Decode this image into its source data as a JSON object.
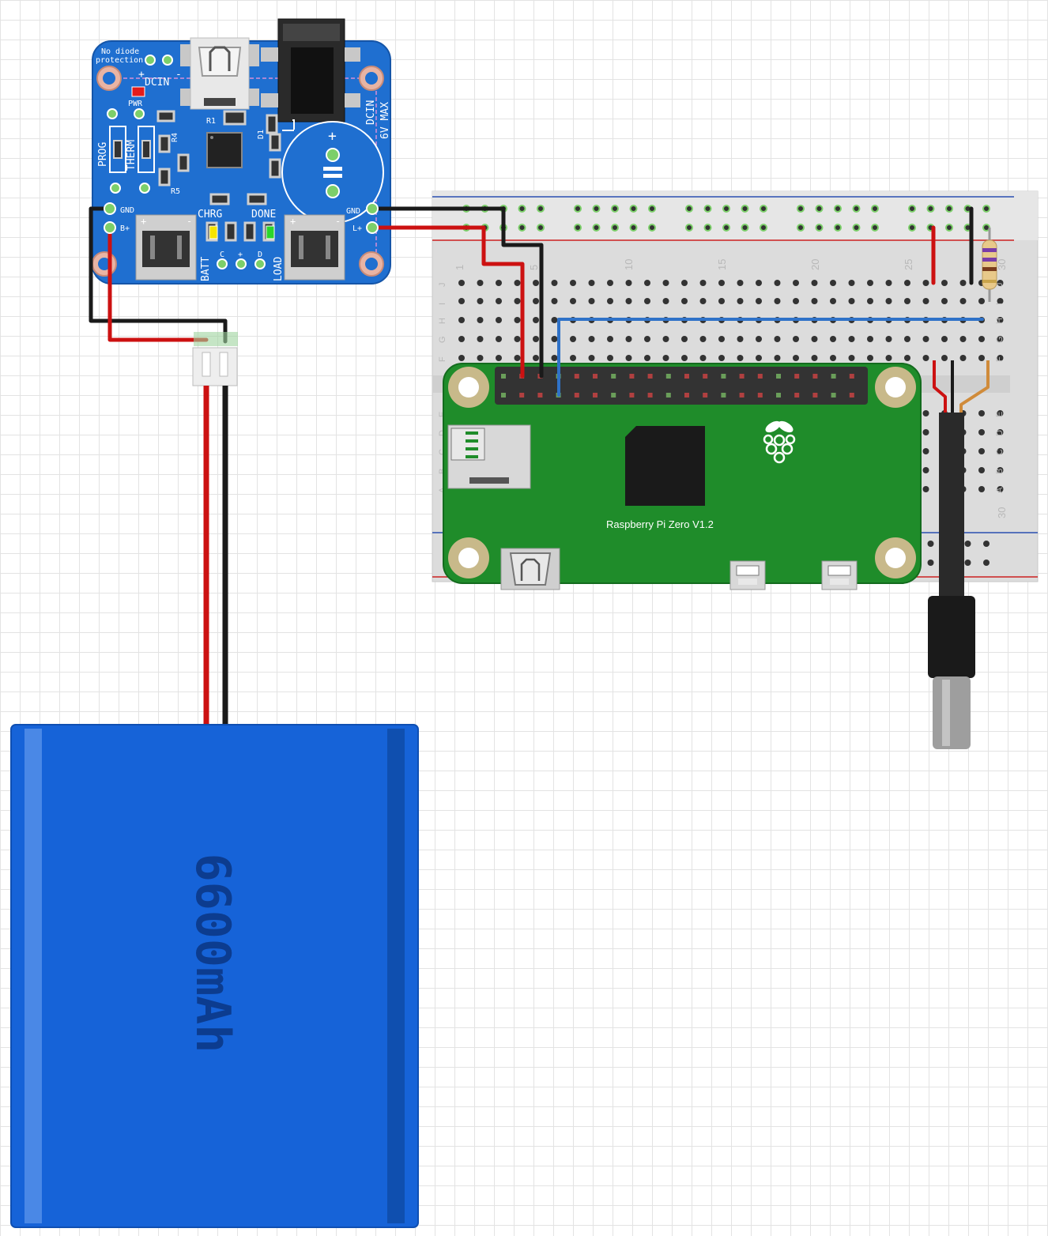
{
  "charger": {
    "no_diode": "No diode",
    "protection": "protection",
    "dcin": "DCIN",
    "dcin_right": "DCIN",
    "max_voltage": "6V MAX",
    "pwr": "PWR",
    "r1": "R1",
    "r4": "R4",
    "r5": "R5",
    "d1": "D1",
    "prog": "PROG",
    "therm": "THERM",
    "gnd_left": "GND",
    "bplus": "B+",
    "chrg": "CHRG",
    "done": "DONE",
    "gnd_right": "GND",
    "lplus": "L+",
    "batt": "BATT",
    "load": "LOAD",
    "pad_c": "C",
    "pad_plus": "+",
    "pad_d": "D",
    "plus": "+",
    "minus": "-",
    "cap_plus": "+"
  },
  "breadboard": {
    "rows": [
      "J",
      "I",
      "H",
      "G",
      "F",
      "E",
      "D",
      "C",
      "B",
      "A"
    ],
    "column_numbers": [
      "1",
      "5",
      "10",
      "15",
      "20",
      "25",
      "30"
    ]
  },
  "pi": {
    "label": "Raspberry Pi Zero V1.2"
  },
  "battery": {
    "label": "6600mAh"
  },
  "colors": {
    "wire_red": "#cc1111",
    "wire_black": "#1a1a1a",
    "wire_blue": "#2f72c8",
    "board_blue": "#1f6fd0",
    "pi_green": "#1f8c2a",
    "battery_blue": "#1663d8"
  }
}
